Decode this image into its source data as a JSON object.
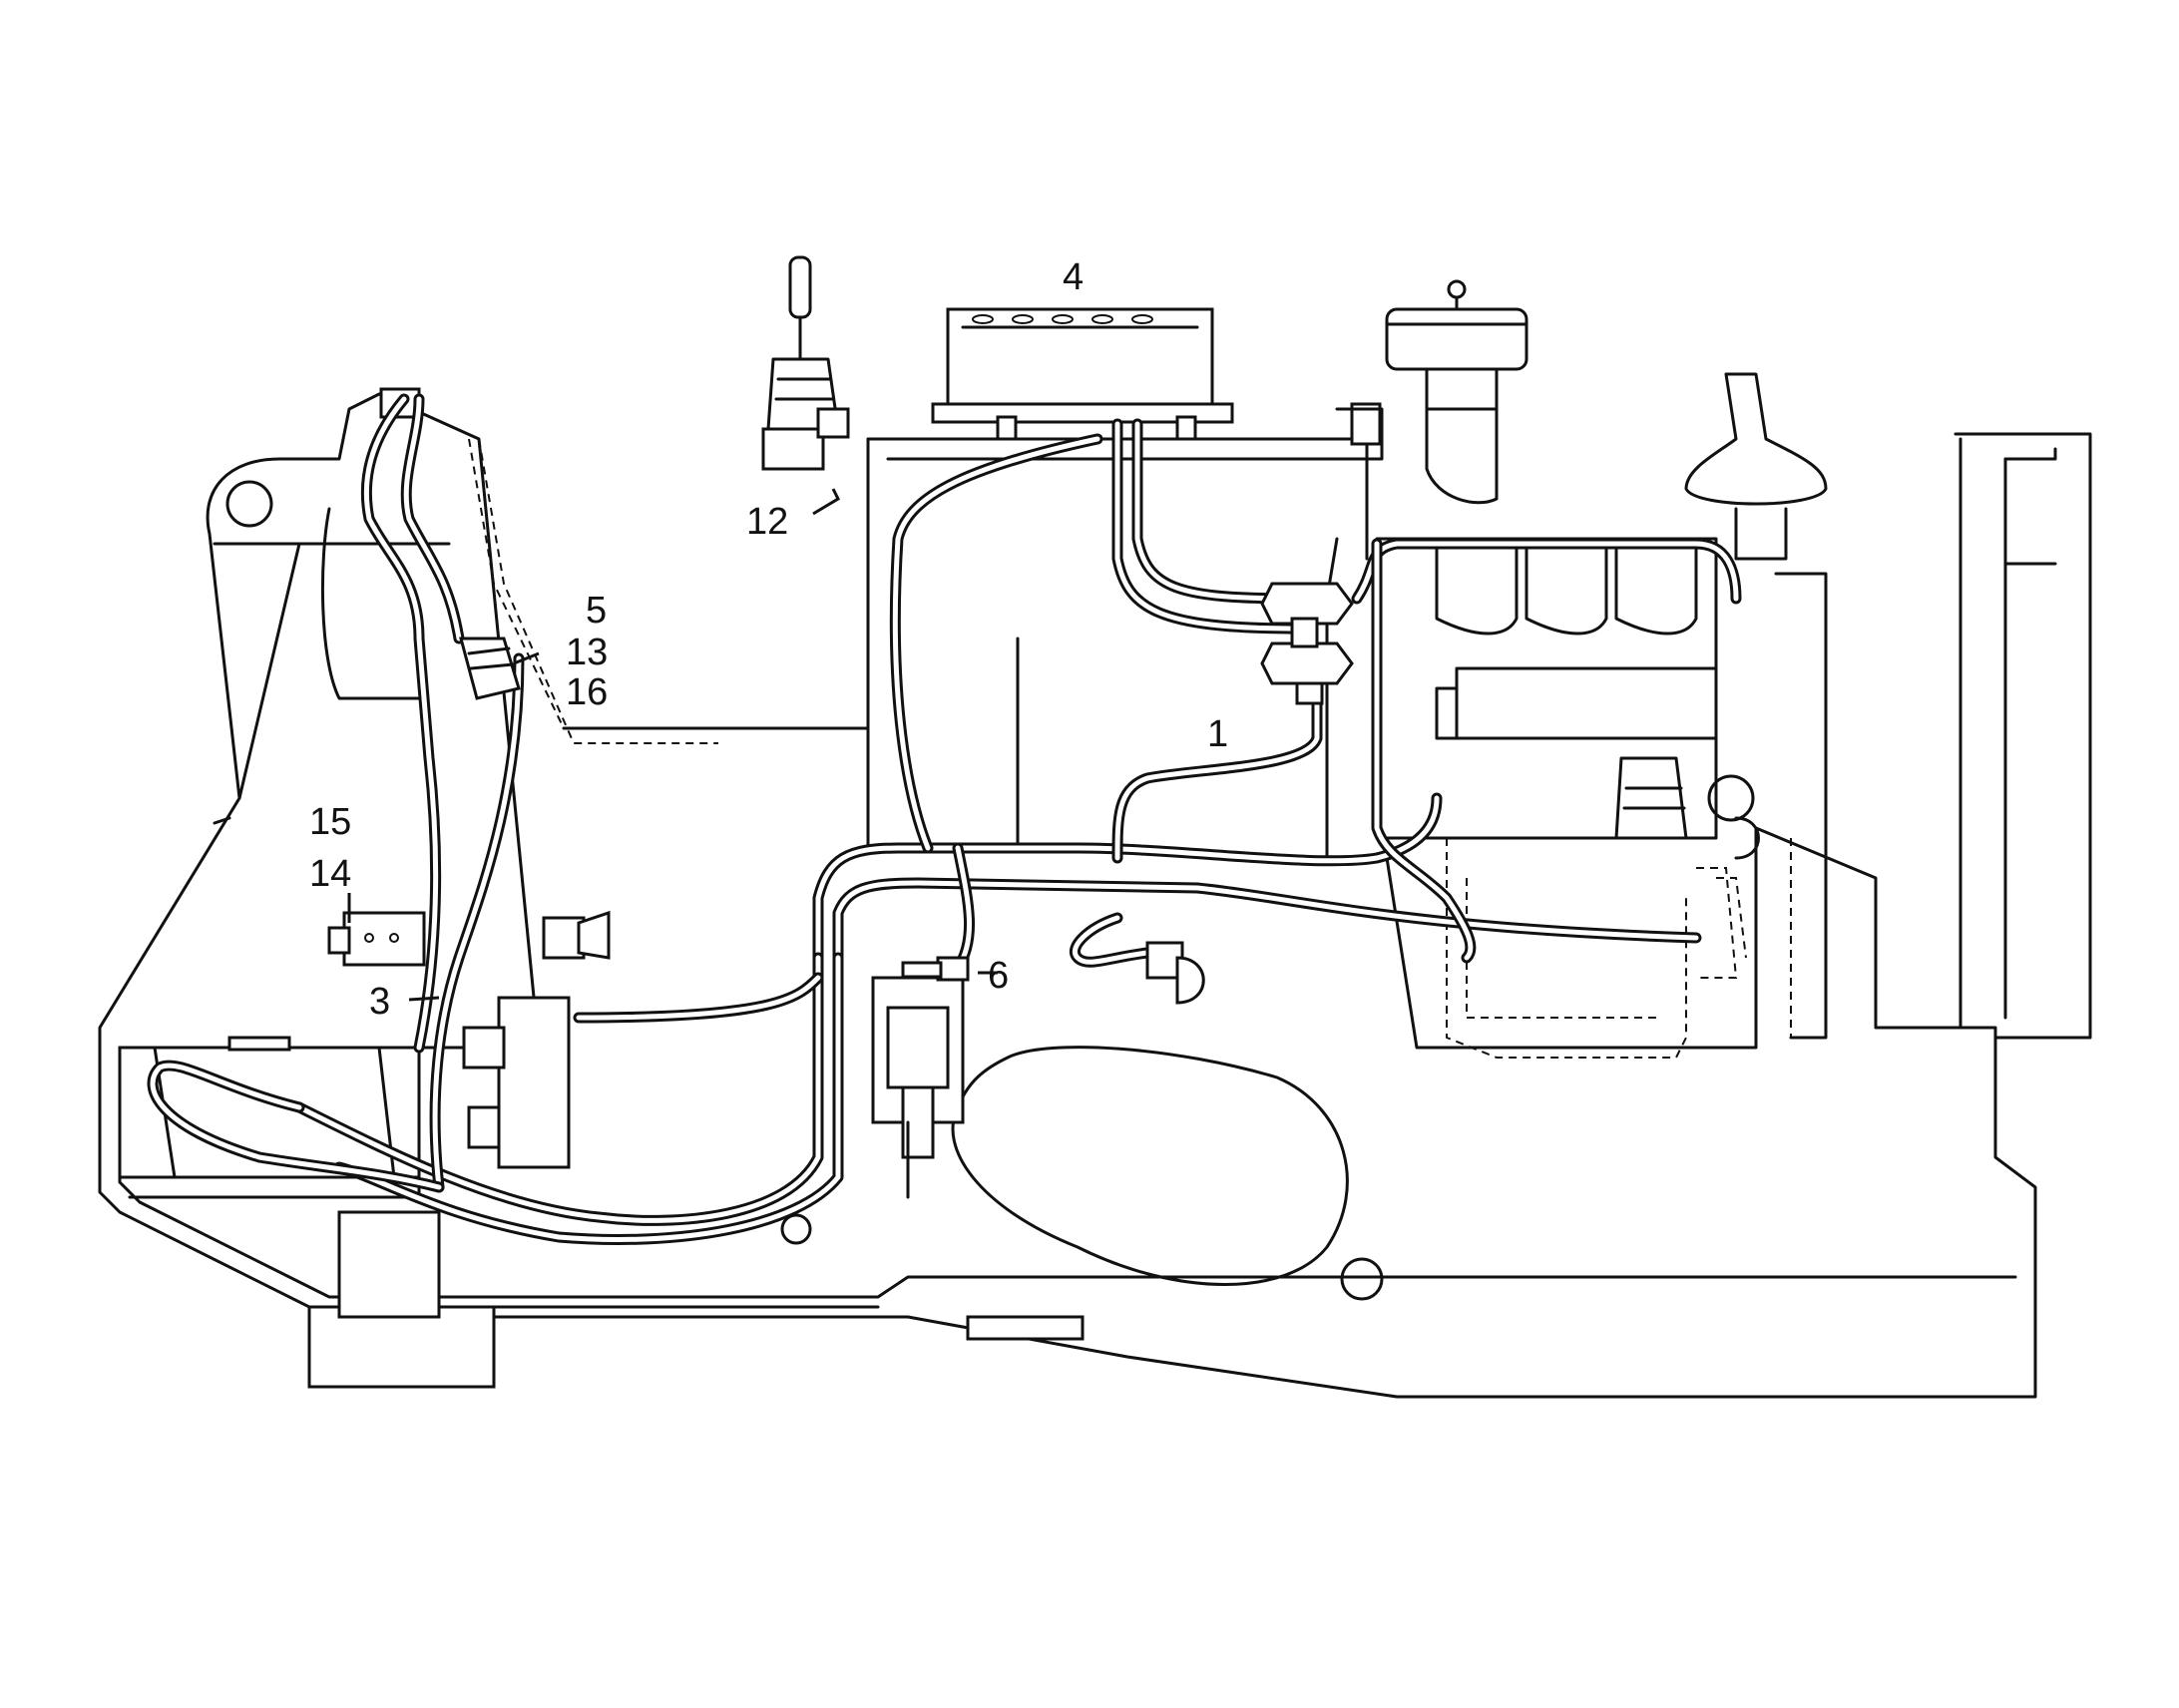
{
  "callouts": {
    "c1": "1",
    "c3": "3",
    "c4": "4",
    "c5": "5",
    "c6": "6",
    "c12": "12",
    "c13": "13",
    "c14": "14",
    "c15": "15",
    "c16": "16"
  },
  "colors": {
    "line": "#111111",
    "background": "#ffffff"
  }
}
